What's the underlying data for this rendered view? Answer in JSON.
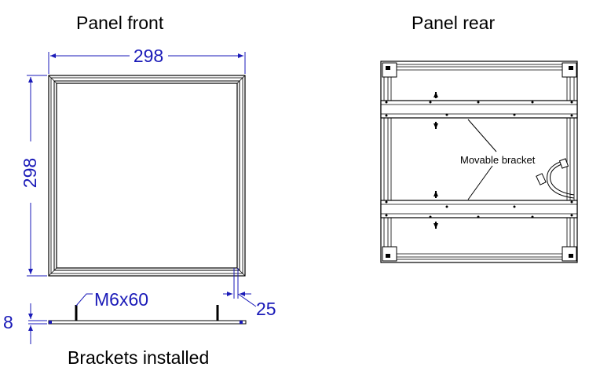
{
  "headings": {
    "front": "Panel front",
    "rear": "Panel rear",
    "installed": "Brackets installed"
  },
  "dimensions": {
    "width": "298",
    "height": "298",
    "depth": "25",
    "thickness": "8",
    "screw": "M6x60"
  },
  "labels": {
    "movable_bracket": "Movable bracket"
  },
  "colors": {
    "dimension": "#1a1ab8",
    "line": "#000000"
  }
}
